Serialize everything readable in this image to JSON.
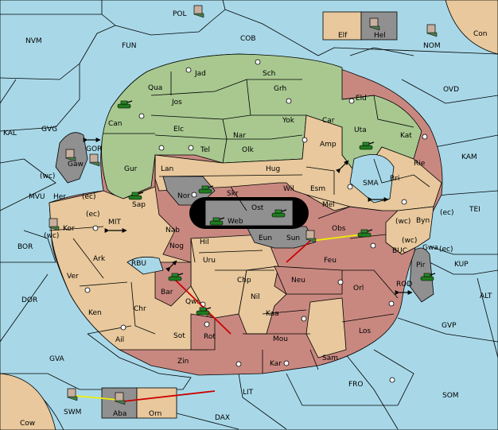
{
  "sea_regions": [
    "POL",
    "NVM",
    "FUN",
    "COB",
    "NOM",
    "Con",
    "OVD",
    "KAL",
    "GVG",
    "GOR",
    "MVU",
    "KAM",
    "SMA",
    "TEI",
    "MIT",
    "BOR",
    "RBU",
    "BUC",
    "KUP",
    "ROD",
    "DOR",
    "ALT",
    "GVP",
    "GVA",
    "FRO",
    "SOM",
    "LIT",
    "SWM",
    "DAX",
    "Cow"
  ],
  "land_regions": [
    "Elf",
    "Hel",
    "Jad",
    "Sch",
    "Qua",
    "Jos",
    "Grh",
    "Can",
    "Eld",
    "Yok",
    "Car",
    "Elc",
    "Nar",
    "Uta",
    "Kat",
    "Gaw",
    "Tel",
    "Olk",
    "Amp",
    "Rie",
    "Gur",
    "Lan",
    "Hug",
    "Bri",
    "Wil",
    "Esm",
    "Nor",
    "Skr",
    "Her",
    "Ost",
    "Mel",
    "Byn",
    "Sap",
    "Web",
    "Kor",
    "Nab",
    "Eun",
    "Sun",
    "Obs",
    "Gwa",
    "Hil",
    "Ark",
    "Nog",
    "Uru",
    "Feu",
    "Pir",
    "Chp",
    "Ver",
    "Bar",
    "Qwi",
    "Neu",
    "Orl",
    "Nil",
    "Ken",
    "Chr",
    "Kaa",
    "Ail",
    "Sot",
    "Rot",
    "Mou",
    "Los",
    "Zin",
    "Kar",
    "Sam",
    "Aba",
    "Orn"
  ],
  "coast_labels": [
    "(wc)",
    "(ec)",
    "(ec)",
    "(wc)",
    "(wc)",
    "(ec)",
    "(wc)",
    "(ec)"
  ],
  "colors": {
    "sea": "#a8d8e8",
    "neutral": "#e8c89c",
    "green_power": "#a8c890",
    "red_power": "#c88880",
    "grey_power": "#909090",
    "enclosed_sea": "#000000"
  },
  "units": {
    "armies": [
      "Can",
      "Uta",
      "Sap",
      "Nor",
      "Web",
      "Ost",
      "Obs",
      "Pir",
      "Bar",
      "Qwi"
    ],
    "fleets": [
      "POL",
      "NOM",
      "GOR",
      "Gaw",
      "Kor",
      "Sun",
      "SWM",
      "Aba"
    ]
  },
  "order_arrows": [
    {
      "from": "Rot",
      "to": "Bar",
      "color": "#cc0000"
    },
    {
      "from": "Feu",
      "to": "Sun",
      "color": "#cc0000"
    },
    {
      "from": "Obs",
      "to": "Sun",
      "color": "#f0f000"
    },
    {
      "from": "LIT",
      "to": "Aba",
      "color": "#cc0000"
    },
    {
      "from": "SWM",
      "to": "Aba",
      "color": "#f0f000"
    }
  ]
}
